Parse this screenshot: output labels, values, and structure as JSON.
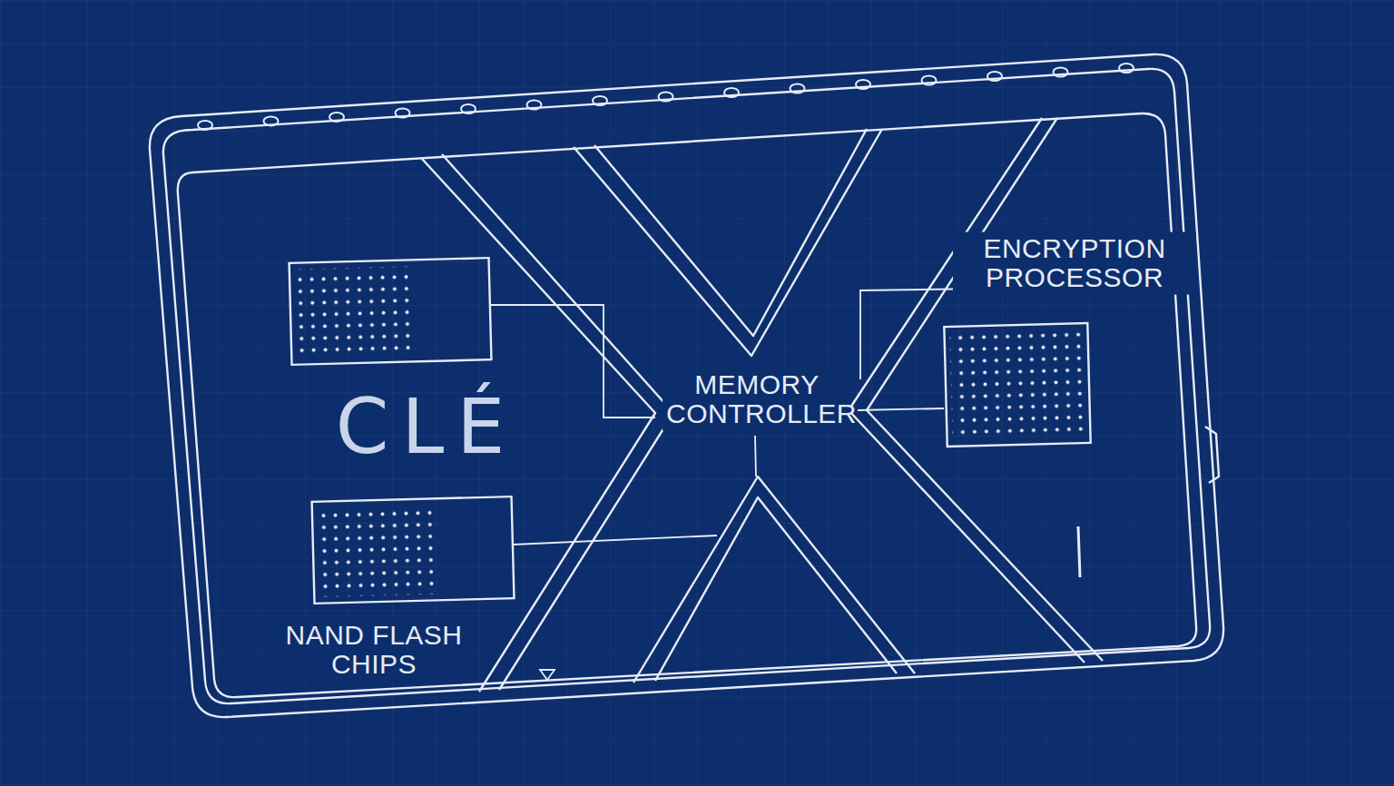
{
  "diagram": {
    "labels": [
      "ENCRYPTION PROCESSOR",
      "MEMORY CONTROLLER",
      "CLÉ",
      "NAND FLASH CHIPS"
    ]
  }
}
